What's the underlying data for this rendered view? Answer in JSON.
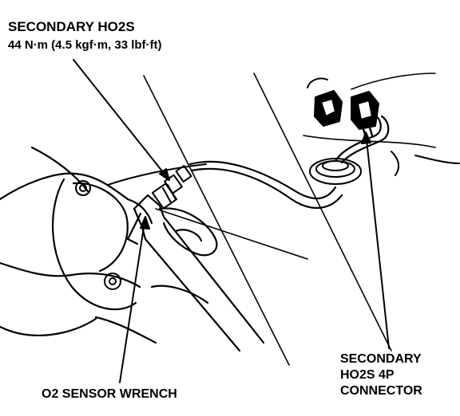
{
  "labels": {
    "sensor": {
      "name": "SECONDARY HO2S",
      "torque": "44 N·m (4.5 kgf·m, 33 lbf·ft)"
    },
    "wrench": "O2 SENSOR WRENCH",
    "connector": {
      "line1": "SECONDARY",
      "line2": "HO2S 4P",
      "line3": "CONNECTOR"
    }
  },
  "colors": {
    "ink": "#000000",
    "paper": "#ffffff"
  }
}
